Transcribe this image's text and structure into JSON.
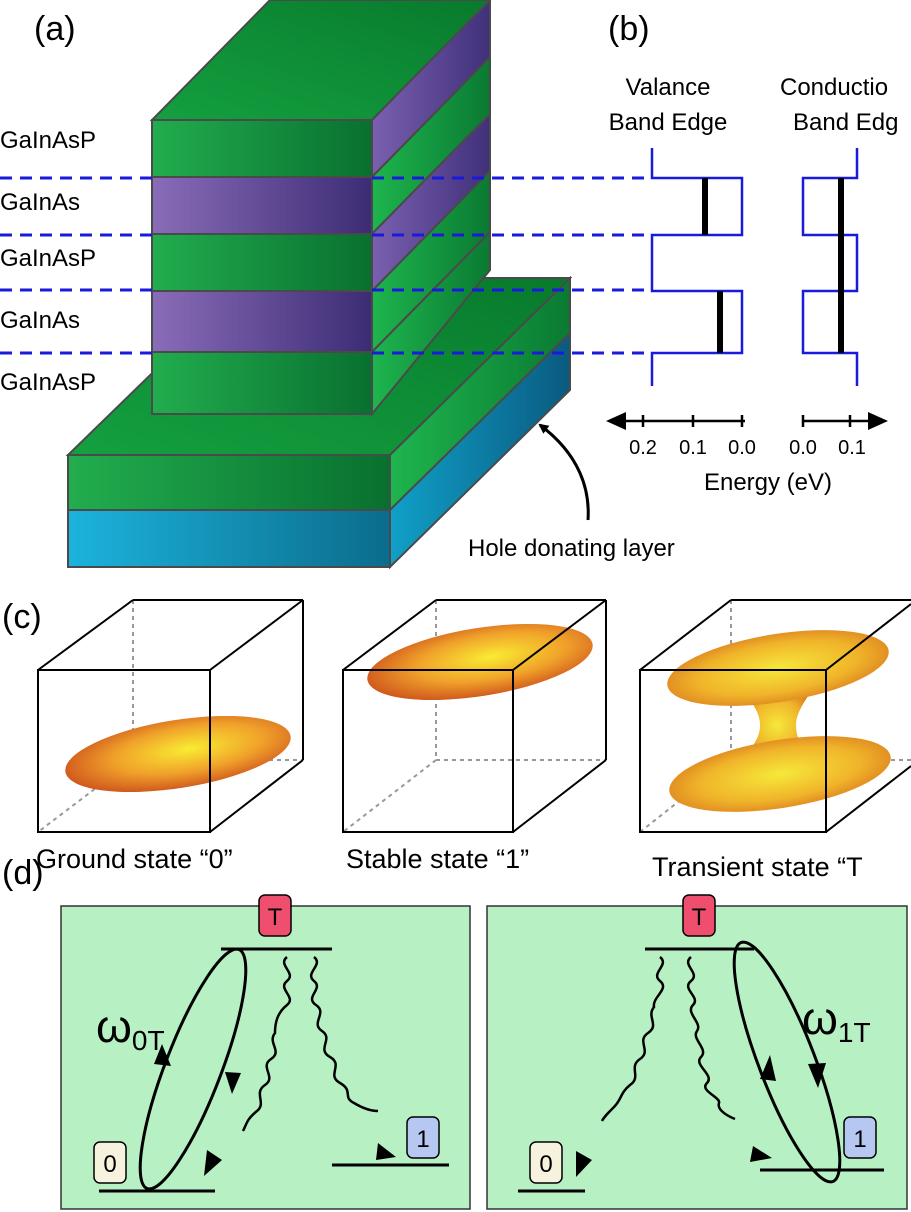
{
  "panels": {
    "a": "(a)",
    "b": "(b)",
    "c": "(c)",
    "d": "(d)"
  },
  "layers": [
    "GaInAsP",
    "GaInAs",
    "GaInAsP",
    "GaInAs",
    "GaInAsP"
  ],
  "hole_label": "Hole donating layer",
  "band": {
    "valence_title": [
      "Valance",
      "Band Edge"
    ],
    "conduction_title": [
      "Conductio",
      "Band Edg"
    ],
    "valence_ticks": [
      "0.2",
      "0.1",
      "0.0"
    ],
    "conduction_ticks": [
      "0.0",
      "0.1"
    ],
    "axis_label": "Energy (eV)"
  },
  "states": [
    "Ground state “0”",
    "Stable state “1”",
    "Transient state “T"
  ],
  "levels": {
    "T": "T",
    "zero": "0",
    "one": "1"
  },
  "rates": {
    "left_sym": "ω",
    "left_sub": "0T",
    "right_sym": "ω",
    "right_sub": "1T"
  },
  "colors": {
    "green": "#14a33f",
    "purple": "#6a52a0",
    "cyan": "#1a9cc4",
    "band_line": "#1a1adc",
    "panel_bg": "#b7f1c3",
    "level_T": "#ef4e6e",
    "level_0": "#f7f2dd",
    "level_1": "#b6c8f2"
  }
}
